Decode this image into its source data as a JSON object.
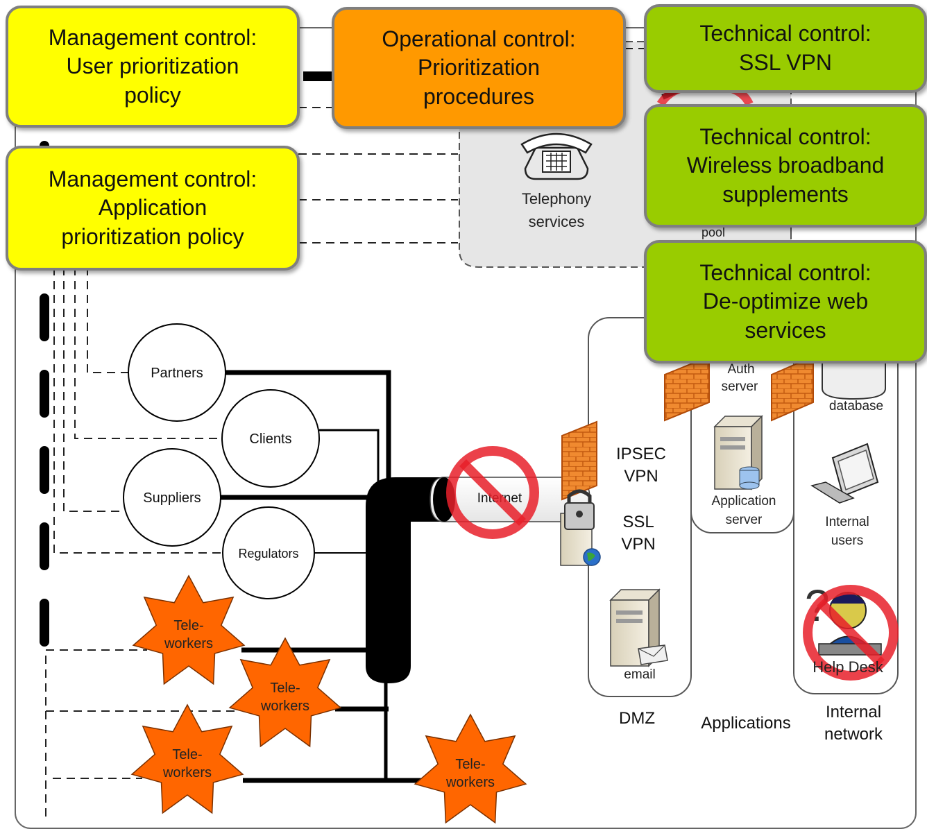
{
  "callouts": {
    "user_policy": "Management control:\nUser prioritization\npolicy",
    "app_policy": "Management control:\nApplication\nprioritization policy",
    "procedures": "Operational control:\nPrioritization\nprocedures",
    "ssl_vpn": "Technical control:\nSSL VPN",
    "wireless": "Technical control:\nWireless broadband\nsupplements",
    "deoptimize": "Technical control:\nDe-optimize web\nservices"
  },
  "nodes": {
    "partners": "Partners",
    "clients": "Clients",
    "suppliers": "Suppliers",
    "regulators": "Regulators",
    "teleworkers_line1": "Tele-",
    "teleworkers_line2": "workers",
    "internet": "Internet",
    "telephony_line1": "Telephony",
    "telephony_line2": "services",
    "pool": "pool",
    "ipsec_line1": "IPSEC",
    "ipsec_line2": "VPN",
    "ssl_line1": "SSL",
    "ssl_line2": "VPN",
    "email": "email",
    "auth_line1": "Auth",
    "auth_line2": "server",
    "app_server_line1": "Application",
    "app_server_line2": "server",
    "database": "database",
    "internal_users_line1": "Internal",
    "internal_users_line2": "users",
    "help_desk": "Help Desk"
  },
  "zones": {
    "dmz": "DMZ",
    "applications": "Applications",
    "internal_line1": "Internal",
    "internal_line2": "network"
  },
  "colors": {
    "management": "#ffff00",
    "operational": "#ff9900",
    "technical": "#99cc00",
    "teleworker": "#ff6600",
    "prohibition": "#e8202a"
  }
}
